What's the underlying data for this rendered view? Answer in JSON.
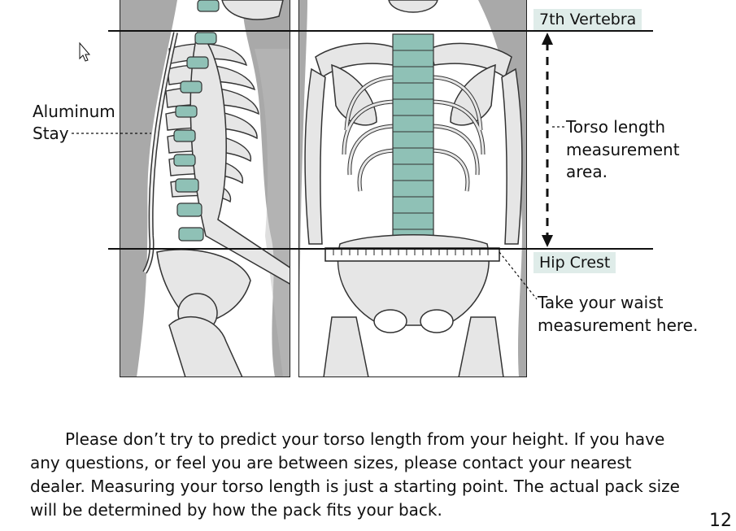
{
  "labels": {
    "top_vertebra": "7th Vertebra",
    "hip_crest": "Hip Crest",
    "aluminum_stay_line1": "Aluminum",
    "aluminum_stay_line2": "Stay",
    "torso_line1": "Torso length",
    "torso_line2": "measurement",
    "torso_line3": "area.",
    "waist_line1": "Take your waist",
    "waist_line2": "measurement here."
  },
  "body_text": "Please don’t try to predict your torso length from your height. If you have any questions, or feel you are between sizes, please contact your nearest dealer. Measuring your torso length is just a starting point.  The actual pack size will be determined by how the pack fits your back.",
  "page_number": "12",
  "colors": {
    "spine": "#8fc1b6",
    "bone": "#e6e6e6",
    "silhouette": "#a9a9a9",
    "tag_bg": "#dfece9"
  },
  "icons": [
    "mouse-cursor-icon",
    "double-arrow-icon"
  ]
}
